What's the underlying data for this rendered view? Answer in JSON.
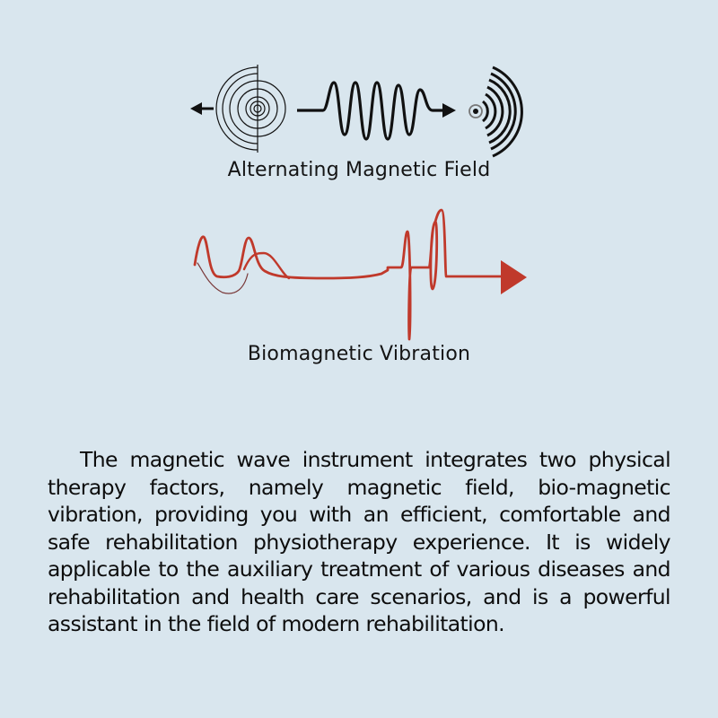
{
  "diagram": {
    "top_section": {
      "label": "Alternating Magnetic Field",
      "icons": [
        "left-arrow-icon",
        "concentric-circles-icon",
        "sine-wave-icon",
        "right-arrow-icon",
        "signal-waves-icon"
      ],
      "stroke_color": "#111111"
    },
    "bottom_section": {
      "label": "Biomagnetic Vibration",
      "icons": [
        "bio-waveform-icon",
        "red-arrowhead-icon"
      ],
      "stroke_color": "#c0392b"
    }
  },
  "description": {
    "paragraph": "The magnetic wave instrument integrates two physical therapy factors, namely magnetic field, bio-magnetic vibration, providing you with an efficient, comfortable and safe rehabilitation physiotherapy experience. It is widely applicable to the auxiliary treatment of various diseases and rehabilitation and health care scenarios, and is a powerful assistant in the field of modern rehabilitation."
  },
  "colors": {
    "background": "#d9e6ee",
    "text": "#111111",
    "accent_red": "#c0392b"
  }
}
